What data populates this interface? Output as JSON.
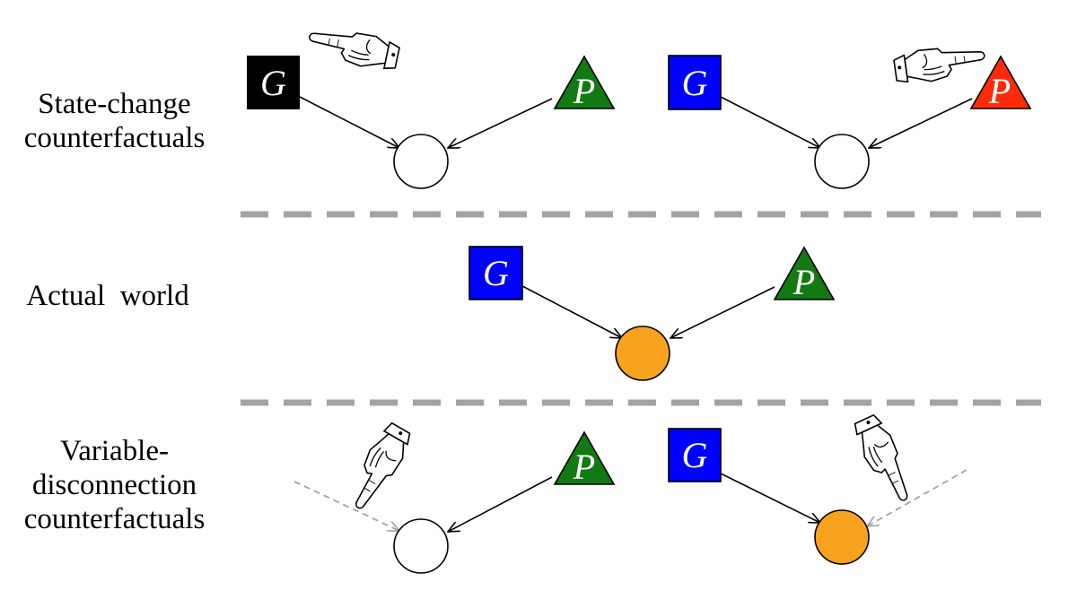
{
  "rows": {
    "state_change": {
      "label_line1": "State-change",
      "label_line2": "counterfactuals"
    },
    "actual": {
      "label": "Actual  world"
    },
    "variable_disconnection": {
      "label_line1": "Variable-",
      "label_line2": "disconnection",
      "label_line3": "counterfactuals"
    }
  },
  "node_letters": {
    "g": "G",
    "p": "P"
  },
  "colors": {
    "black_node": "#000000",
    "blue_node": "#0000ff",
    "green_node": "#127a12",
    "red_node": "#ff2a0a",
    "orange_outcome": "#f8a31e",
    "white_outcome": "#ffffff",
    "divider": "#a3a3a3",
    "dashed_arrow": "#a3a3a3"
  },
  "icons": {
    "intervention": "pointing-hand-icon"
  }
}
